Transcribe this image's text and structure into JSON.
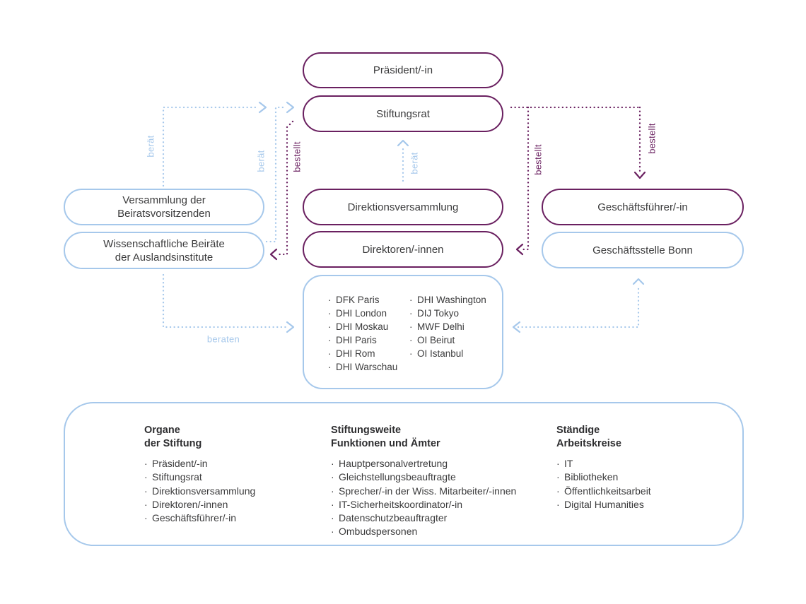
{
  "nodes": {
    "praesident": "Präsident/-in",
    "stiftungsrat": "Stiftungsrat",
    "versammlung_lines": [
      "Versammlung der",
      "Beiratsvorsitzenden"
    ],
    "wiss_beiraete_lines": [
      "Wissenschaftliche Beiräte",
      "der Auslandsinstitute"
    ],
    "direktionsversammlung": "Direktionsversammlung",
    "direktoren": "Direktoren/-innen",
    "geschaeftsfuehrer": "Geschäftsführer/-in",
    "geschaeftsstelle": "Geschäftsstelle Bonn"
  },
  "institutes": {
    "column1": [
      "DFK Paris",
      "DHI London",
      "DHI Moskau",
      "DHI Paris",
      "DHI Rom",
      "DHI Warschau"
    ],
    "column2": [
      "DHI Washington",
      "DIJ Tokyo",
      "MWF Delhi",
      "OI Beirut",
      "OI Istanbul"
    ]
  },
  "edge_labels": {
    "beraet": "berät",
    "bestellt": "bestellt",
    "beraten": "beraten"
  },
  "legend": {
    "columns": [
      {
        "title_line1": "Organe",
        "title_line2": "der Stiftung",
        "items": [
          "Präsident/-in",
          "Stiftungsrat",
          "Direktionsversammlung",
          "Direktoren/-innen",
          "Geschäftsführer/-in"
        ]
      },
      {
        "title_line1": "Stiftungsweite",
        "title_line2": "Funktionen und Ämter",
        "items": [
          "Hauptpersonalvertretung",
          "Gleichstellungsbeauftragte",
          "Sprecher/-in der Wiss. Mitarbeiter/-innen",
          "IT-Sicherheitskoordinator/-in",
          "Datenschutzbeauftragter",
          "Ombudspersonen"
        ]
      },
      {
        "title_line1": "Ständige",
        "title_line2": "Arbeitskreise",
        "items": [
          "IT",
          "Bibliotheken",
          "Öffentlichkeitsarbeit",
          "Digital Humanities"
        ]
      }
    ]
  },
  "colors": {
    "purple": "#6a2060",
    "blue": "#a6c8eb",
    "text": "#3b3b3c"
  }
}
